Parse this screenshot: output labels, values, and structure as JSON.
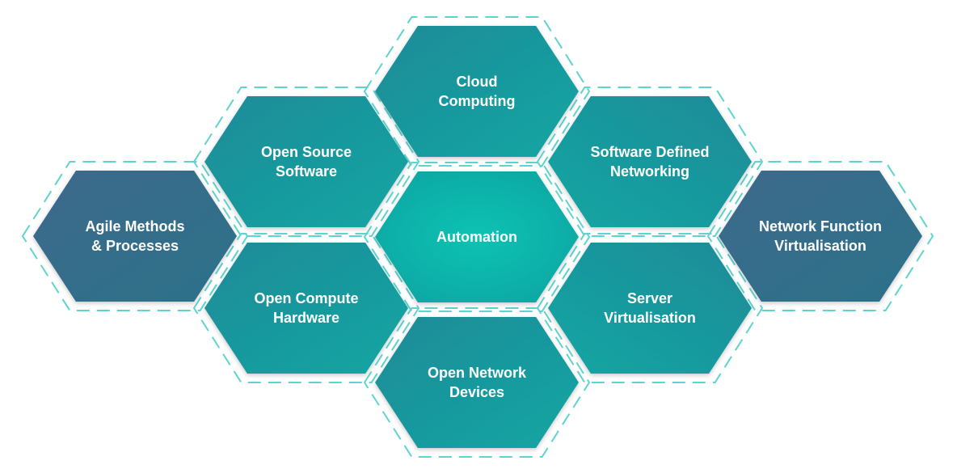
{
  "diagram": {
    "hexagons": [
      {
        "id": "cloud-computing",
        "lines": [
          "Cloud",
          "Computing"
        ],
        "tone": "mid"
      },
      {
        "id": "open-source-software",
        "lines": [
          "Open Source",
          "Software"
        ],
        "tone": "mid"
      },
      {
        "id": "software-defined-networking",
        "lines": [
          "Software Defined",
          "Networking"
        ],
        "tone": "mid"
      },
      {
        "id": "automation",
        "lines": [
          "Automation"
        ],
        "tone": "center"
      },
      {
        "id": "agile-methods-processes",
        "lines": [
          "Agile Methods",
          "& Processes"
        ],
        "tone": "dark"
      },
      {
        "id": "network-function-virtualisation",
        "lines": [
          "Network Function",
          "Virtualisation"
        ],
        "tone": "dark"
      },
      {
        "id": "open-compute-hardware",
        "lines": [
          "Open Compute",
          "Hardware"
        ],
        "tone": "mid"
      },
      {
        "id": "server-virtualisation",
        "lines": [
          "Server",
          "Virtualisation"
        ],
        "tone": "mid"
      },
      {
        "id": "open-network-devices",
        "lines": [
          "Open Network",
          "Devices"
        ],
        "tone": "mid"
      }
    ],
    "colors": {
      "dark_start": "#3f6e8c",
      "dark_end": "#2f6f8a",
      "mid_start": "#1a8f98",
      "mid_end": "#13a3a2",
      "center_start": "#0fbfb0",
      "center_end": "#0aa9a4",
      "dashed_outline": "#5fd3cd",
      "label_text": "#ffffff"
    }
  }
}
